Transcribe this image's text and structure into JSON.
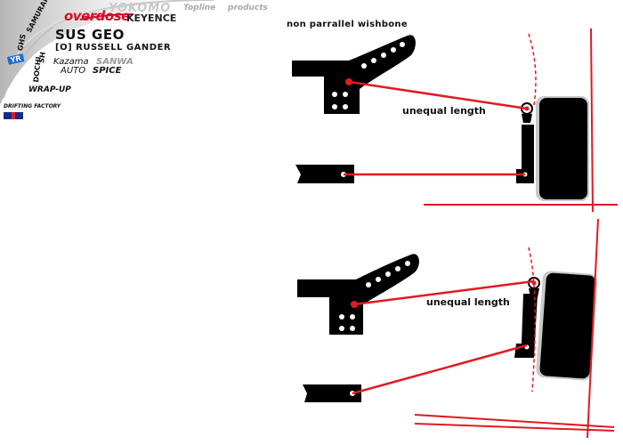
{
  "header": {
    "heading": "SUS GEO",
    "author": "[O] RUSSELL GANDER",
    "sponsors": {
      "overdose": "overdose",
      "keyence": "KEYENCE",
      "yokomo": "YOKOMO",
      "topline": "Topline",
      "products": "products",
      "kazama": "Kazama",
      "auto": "AUTO",
      "sanwa": "SANWA",
      "spice": "SPICE",
      "wrapup": "WRAP-UP",
      "drift": "DRIFTING FACTORY",
      "samurai": "SAMURAI",
      "ghs": "GHS",
      "sh": "SH",
      "dochi": "DOCHI",
      "yr": "YR"
    }
  },
  "diagram": {
    "heading": "non parrallel wishbone",
    "top_label": "unequal length",
    "bottom_label": "unequal length",
    "accent_color": "#e01a22"
  }
}
